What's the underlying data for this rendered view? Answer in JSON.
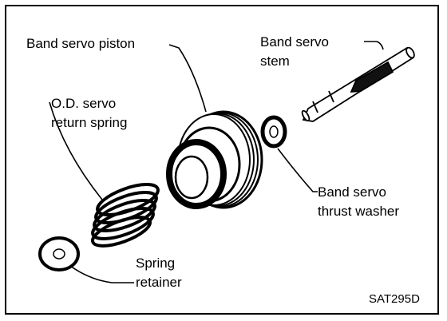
{
  "labels": {
    "band_servo_piston": "Band servo piston",
    "band_servo_stem_line1": "Band servo",
    "band_servo_stem_line2": "stem",
    "od_spring_line1": "O.D. servo",
    "od_spring_line2": "return spring",
    "thrust_washer_line1": "Band servo",
    "thrust_washer_line2": "thrust washer",
    "spring_retainer_line1": "Spring",
    "spring_retainer_line2": "retainer"
  },
  "figure_code": "SAT295D"
}
